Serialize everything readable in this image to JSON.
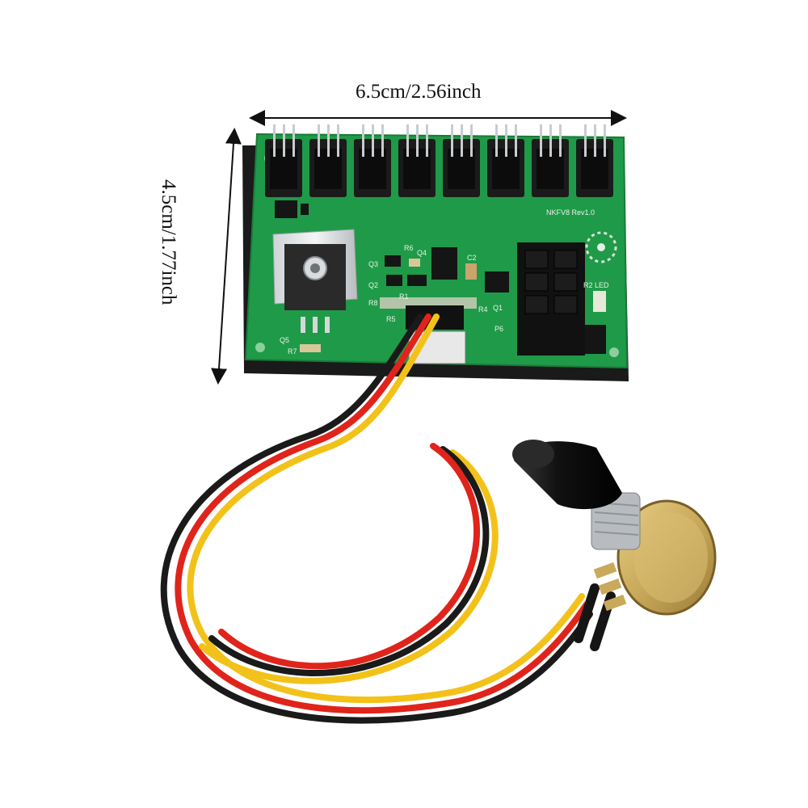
{
  "dimensions": {
    "width_label": "6.5cm/2.56inch",
    "height_label": "4.5cm/1.77inch"
  },
  "board": {
    "model_label": "NKFV8 Rev1.0",
    "silkscreen": {
      "q3": "Q3",
      "q2": "Q2",
      "r6": "R6",
      "q4": "Q4",
      "c2": "C2",
      "r8": "R8",
      "r1": "R1",
      "r5": "R5",
      "r4": "R4",
      "q1": "Q1",
      "p6": "P6",
      "r2": "R2",
      "led": "LED",
      "q5": "Q5",
      "r7": "R7"
    },
    "fan_connector_count": 8
  },
  "colors": {
    "pcb": "#1f9a48",
    "wire_yellow": "#f2c21a",
    "wire_red": "#e0241b",
    "wire_black": "#1a1a1a"
  }
}
